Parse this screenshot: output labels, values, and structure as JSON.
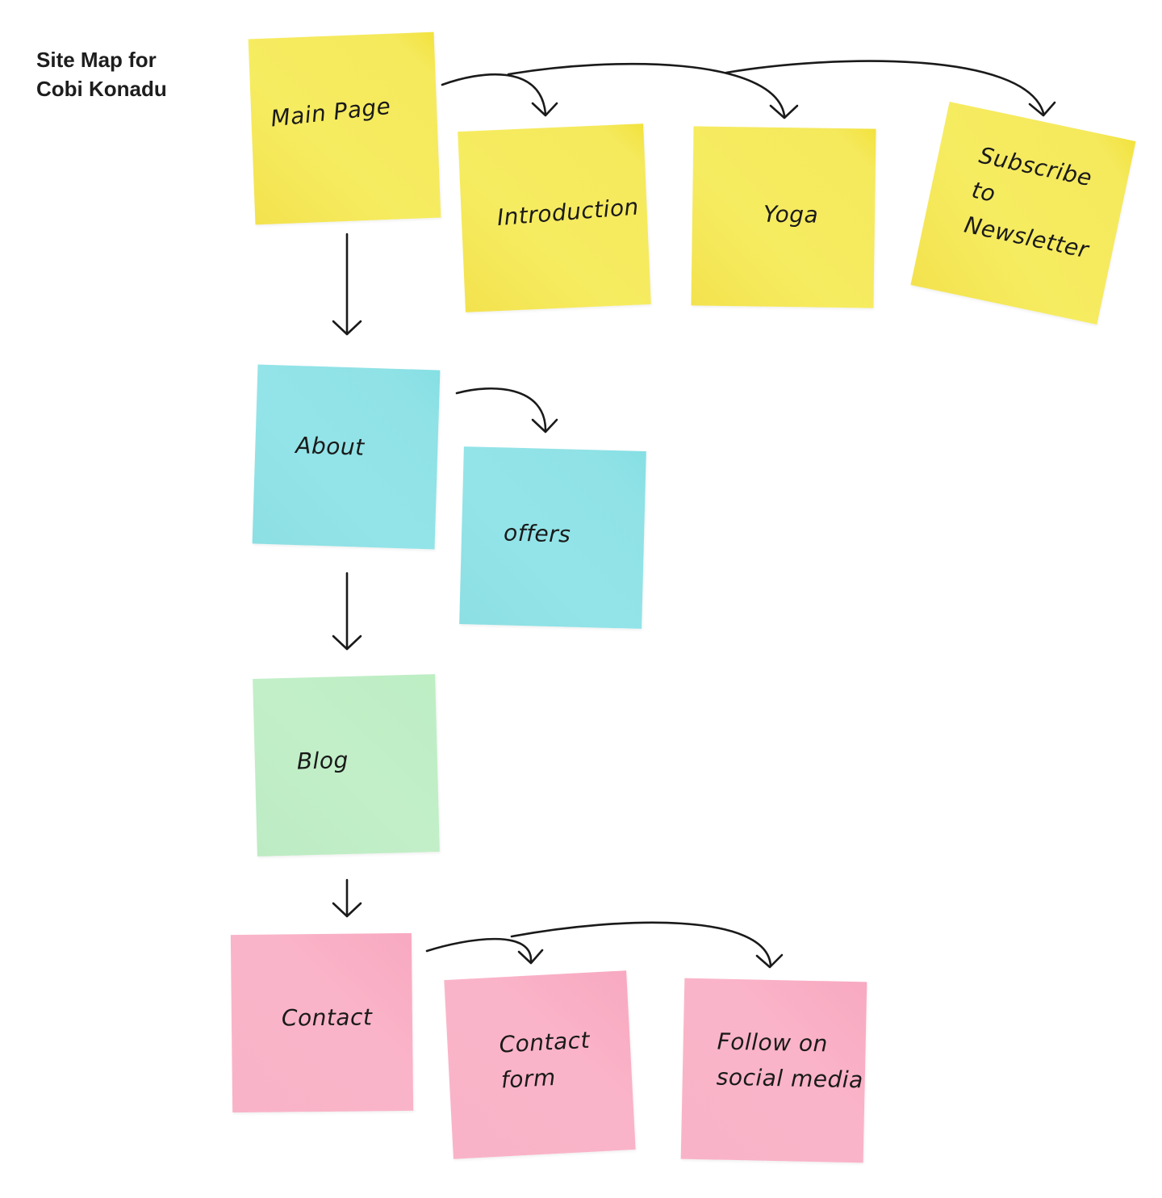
{
  "title": {
    "line1": "Site Map for",
    "line2": "Cobi Konadu"
  },
  "notes": {
    "main_page": "Main Page",
    "introduction": "Introduction",
    "yoga": "Yoga",
    "subscribe": "Subscribe\nto Newsletter",
    "about": "About",
    "offers": "offers",
    "blog": "Blog",
    "contact": "Contact",
    "contact_form": "Contact\nform",
    "follow": "Follow on\nsocial media"
  },
  "colors": {
    "yellow": "#f6ec61",
    "blue": "#93e4e8",
    "green": "#c2efc8",
    "pink": "#fab4c9",
    "ink": "#1a1a1a"
  }
}
